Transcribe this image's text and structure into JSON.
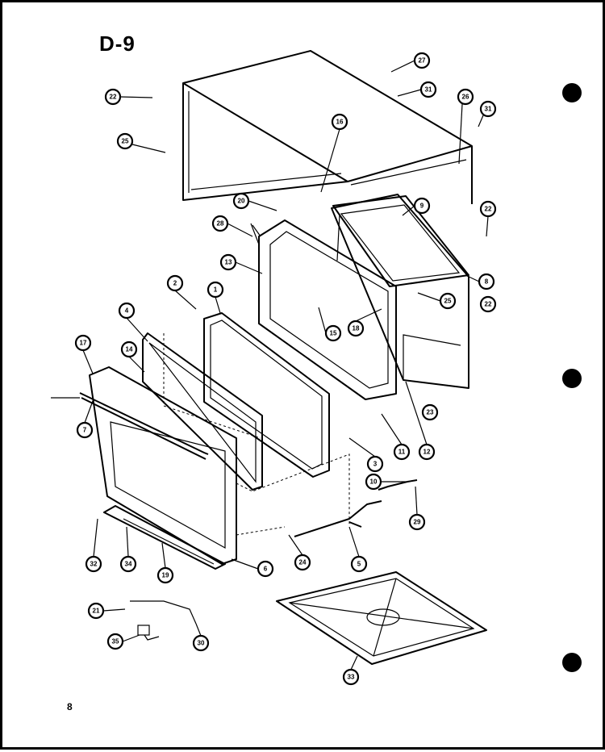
{
  "diagram_id": "D-9",
  "page_number": "8",
  "callouts": [
    {
      "label": "27"
    },
    {
      "label": "31"
    },
    {
      "label": "22"
    },
    {
      "label": "26"
    },
    {
      "label": "31"
    },
    {
      "label": "16"
    },
    {
      "label": "25"
    },
    {
      "label": "22"
    },
    {
      "label": "20"
    },
    {
      "label": "9"
    },
    {
      "label": "28"
    },
    {
      "label": "13"
    },
    {
      "label": "8"
    },
    {
      "label": "25"
    },
    {
      "label": "22"
    },
    {
      "label": "15"
    },
    {
      "label": "18"
    },
    {
      "label": "2"
    },
    {
      "label": "1"
    },
    {
      "label": "4"
    },
    {
      "label": "14"
    },
    {
      "label": "17"
    },
    {
      "label": "7"
    },
    {
      "label": "23"
    },
    {
      "label": "11"
    },
    {
      "label": "12"
    },
    {
      "label": "3"
    },
    {
      "label": "10"
    },
    {
      "label": "29"
    },
    {
      "label": "24"
    },
    {
      "label": "32"
    },
    {
      "label": "34"
    },
    {
      "label": "19"
    },
    {
      "label": "5"
    },
    {
      "label": "6"
    },
    {
      "label": "33"
    },
    {
      "label": "21"
    },
    {
      "label": "30"
    },
    {
      "label": "35"
    }
  ]
}
